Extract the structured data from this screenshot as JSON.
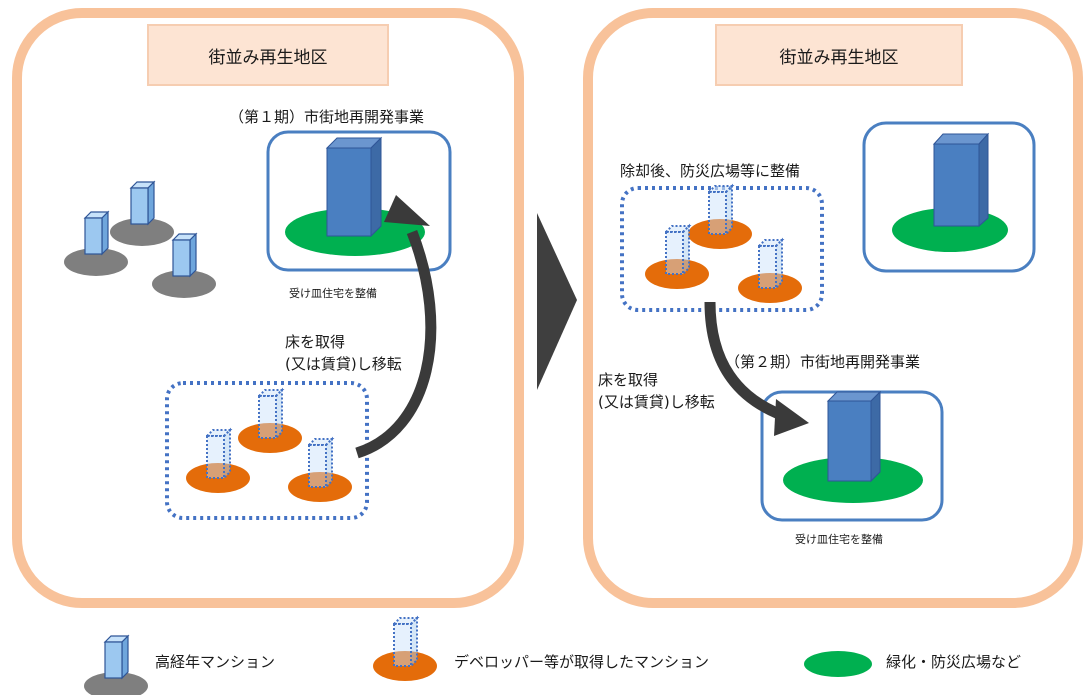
{
  "left_panel": {
    "title": "街並み再生地区",
    "phase1_label": "（第１期）市街地再開発事業",
    "receiving_housing": "受け皿住宅を整備",
    "relocation_line1": "床を取得",
    "relocation_line2": "(又は賃貸)し移転"
  },
  "right_panel": {
    "title": "街並み再生地区",
    "after_demolition": "除却後、防災広場等に整備",
    "phase2_label": "（第２期）市街地再開発事業",
    "relocation_line1": "床を取得",
    "relocation_line2": "(又は賃貸)し移転",
    "receiving_housing": "受け皿住宅を整備"
  },
  "legend": {
    "old_mansion": "高経年マンション",
    "developer_mansion": "デベロッパー等が取得したマンション",
    "green_space": "緑化・防災広場など"
  },
  "colors": {
    "panel_border": "#f8c29a",
    "title_fill": "#fde4d3",
    "building_blue": "#4a7fc1",
    "old_building": "#9cc8f0",
    "gray_base": "#7f7f7f",
    "orange_base": "#e46c0a",
    "green": "#00b050",
    "dotted_blue": "#4472c4",
    "arrow_dark": "#3a3a3a"
  }
}
